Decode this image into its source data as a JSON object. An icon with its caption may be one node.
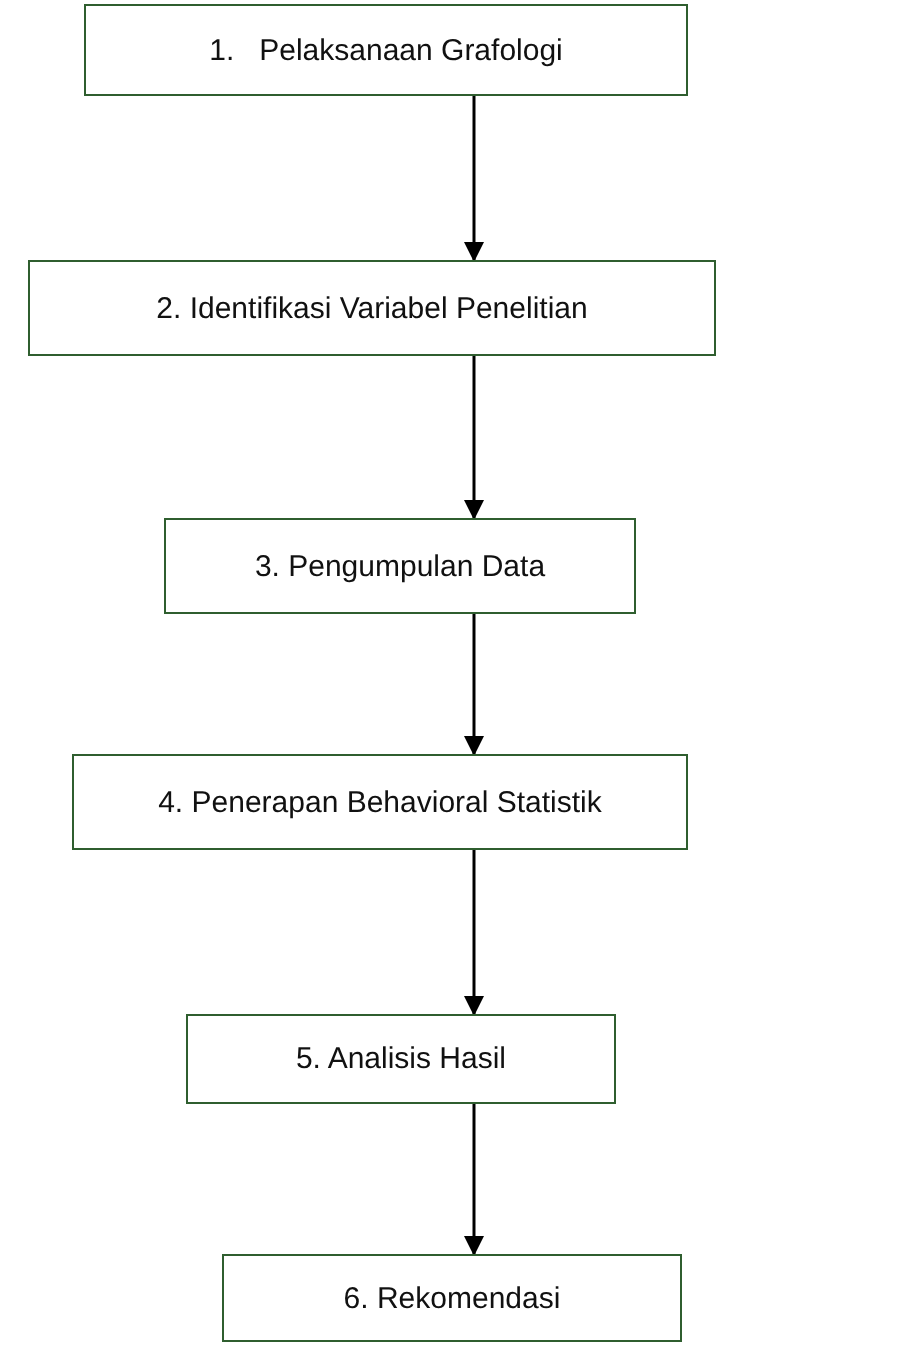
{
  "diagram": {
    "nodes": [
      {
        "text": [
          "1.   Pelaksanaan Grafologi"
        ]
      },
      {
        "text": [
          "2. Identifikasi Variabel Penelitian"
        ]
      },
      {
        "text": [
          "3. Pengumpulan Data"
        ]
      },
      {
        "text": [
          "4. Penerapan Behavioral Statistik"
        ]
      },
      {
        "text": [
          "5. Analisis Hasil"
        ]
      },
      {
        "text": [
          "6. Rekomendasi"
        ]
      }
    ],
    "edges": [
      {
        "from": 0,
        "to": 1,
        "arrow": "to"
      },
      {
        "from": 1,
        "to": 2,
        "arrow": "to"
      },
      {
        "from": 2,
        "to": 3,
        "arrow": "to"
      },
      {
        "from": 3,
        "to": 4,
        "arrow": "to"
      },
      {
        "from": 4,
        "to": 5,
        "arrow": "to"
      }
    ]
  }
}
